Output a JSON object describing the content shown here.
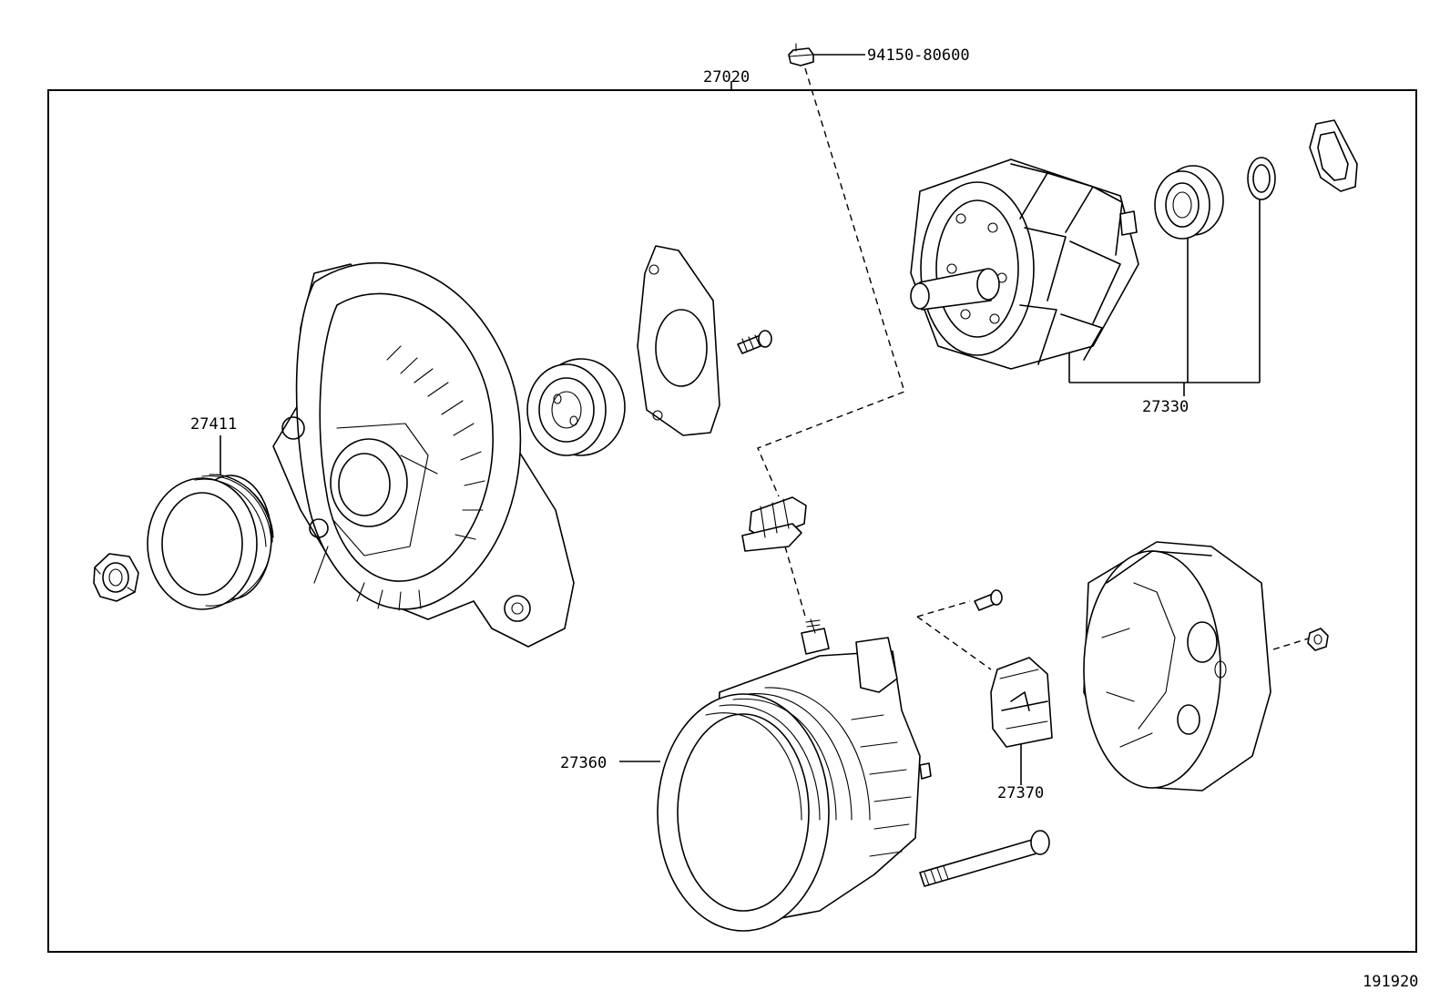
{
  "diagram": {
    "labels": {
      "assembly": "27020",
      "bolt_cap": "94150-80600",
      "rotor_group": "27330",
      "pulley": "27411",
      "stator": "27360",
      "regulator": "27370",
      "figure_id": "191920"
    }
  }
}
